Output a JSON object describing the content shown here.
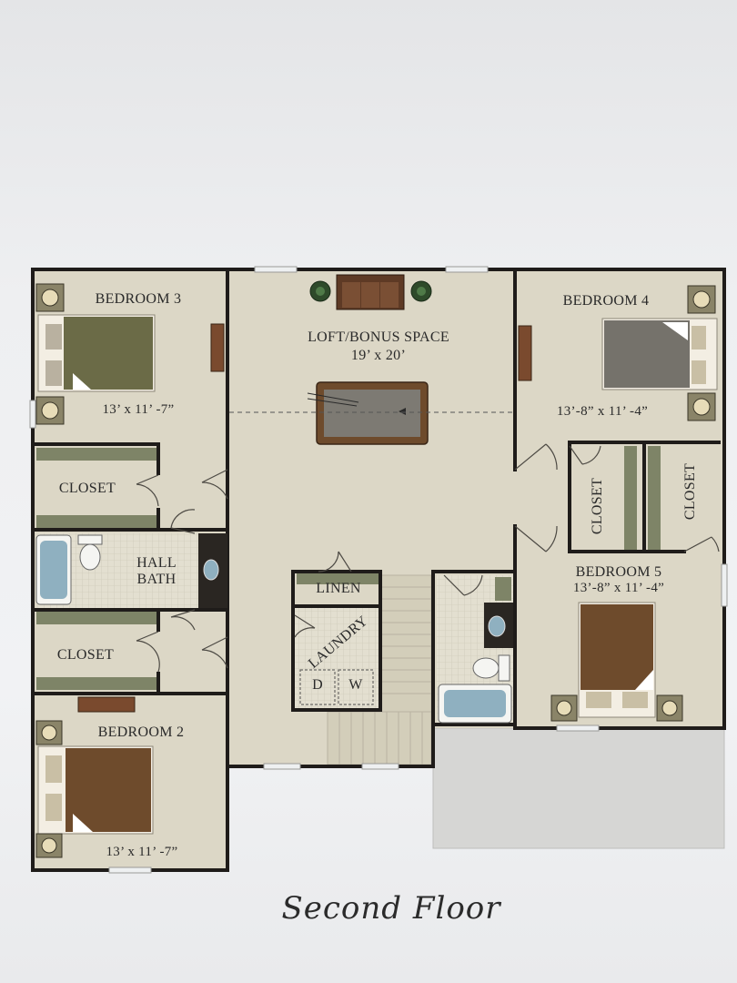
{
  "rooms": {
    "bedroom3": {
      "name": "BEDROOM 3",
      "size": "13’ x 11’ -7”"
    },
    "loft": {
      "name": "LOFT/BONUS SPACE",
      "size": "19’ x 20’"
    },
    "bedroom4": {
      "name": "BEDROOM 4",
      "size": "13’-8” x 11’ -4”"
    },
    "closet_upper": "CLOSET",
    "hall_bath": {
      "line1": "HALL",
      "line2": "BATH"
    },
    "closet_lower": "CLOSET",
    "bedroom2": {
      "name": "BEDROOM 2",
      "size": "13’ x 11’ -7”"
    },
    "linen": "LINEN",
    "laundry": "LAUNDRY",
    "dryer": "D",
    "washer": "W",
    "closet_b4_left": "CLOSET",
    "closet_b4_right": "CLOSET",
    "bedroom5": {
      "name": "BEDROOM 5",
      "size": "13’-8” x 11’ -4”"
    }
  },
  "caption": "Second Floor",
  "colors": {
    "floor": "#dcd7c6",
    "wall": "#1f1c1a",
    "bed_olive": "#6b6b47",
    "bed_gray": "#75726b",
    "bed_brown": "#6e4b2c",
    "wood": "#7a4a2e",
    "closet_shelf": "#7e8467",
    "tub": "#8fb0c0",
    "porch": "#d6d6d4"
  }
}
